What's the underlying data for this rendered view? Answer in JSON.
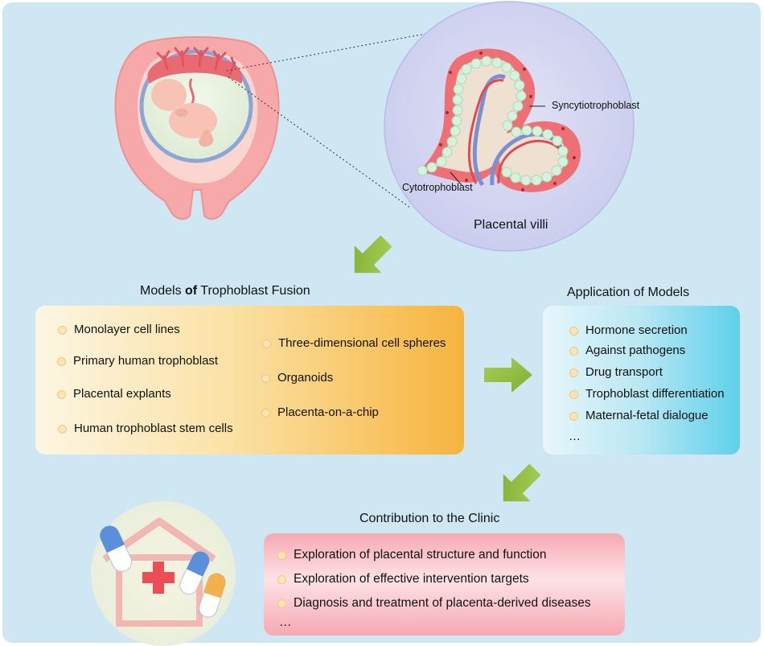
{
  "villi": {
    "syncytio_label": "Syncytiotrophoblast",
    "cyto_label": "Cytotrophoblast",
    "title": "Placental villi"
  },
  "models": {
    "heading_prefix": "Models ",
    "heading_of": "of",
    "heading_suffix": " Trophoblast Fusion",
    "items_left": [
      "Monolayer cell lines",
      "Primary human trophoblast",
      "Placental explants",
      "Human trophoblast stem cells"
    ],
    "items_right": [
      "Three-dimensional cell spheres",
      "Organoids",
      "Placenta-on-a-chip"
    ]
  },
  "applications": {
    "heading": "Application of Models",
    "items": [
      "Hormone secretion",
      "Against pathogens",
      "Drug transport",
      "Trophoblast differentiation",
      "Maternal-fetal dialogue"
    ],
    "ellipsis": "…"
  },
  "clinic": {
    "heading": "Contribution to the Clinic",
    "items": [
      "Exploration of placental structure and function",
      "Exploration of effective intervention targets",
      "Diagnosis and treatment of placenta-derived diseases"
    ],
    "ellipsis": "…"
  },
  "colors": {
    "panel_bg": "#cfe6f3",
    "arrow_green": "#8dbb3c",
    "uterus_pink": "#f4a3a3",
    "villi_red": "#ee6f74",
    "cyto_green": "#d5f2dd"
  }
}
